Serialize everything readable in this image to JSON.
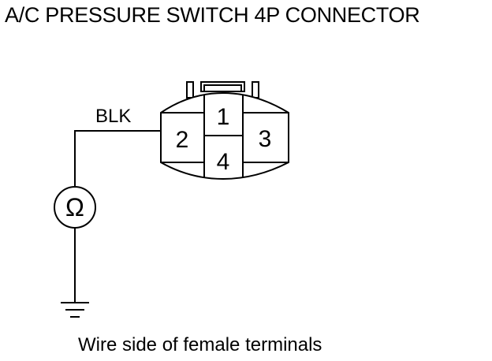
{
  "title": "A/C PRESSURE SWITCH 4P CONNECTOR",
  "wire_label": "BLK",
  "meter_symbol": "Ω",
  "terminals": {
    "t1": "1",
    "t2": "2",
    "t3": "3",
    "t4": "4"
  },
  "caption": "Wire side of female terminals",
  "icons": {
    "meter": "ohmmeter-icon",
    "ground": "ground-icon"
  },
  "colors": {
    "line": "#000000",
    "background": "#ffffff"
  }
}
